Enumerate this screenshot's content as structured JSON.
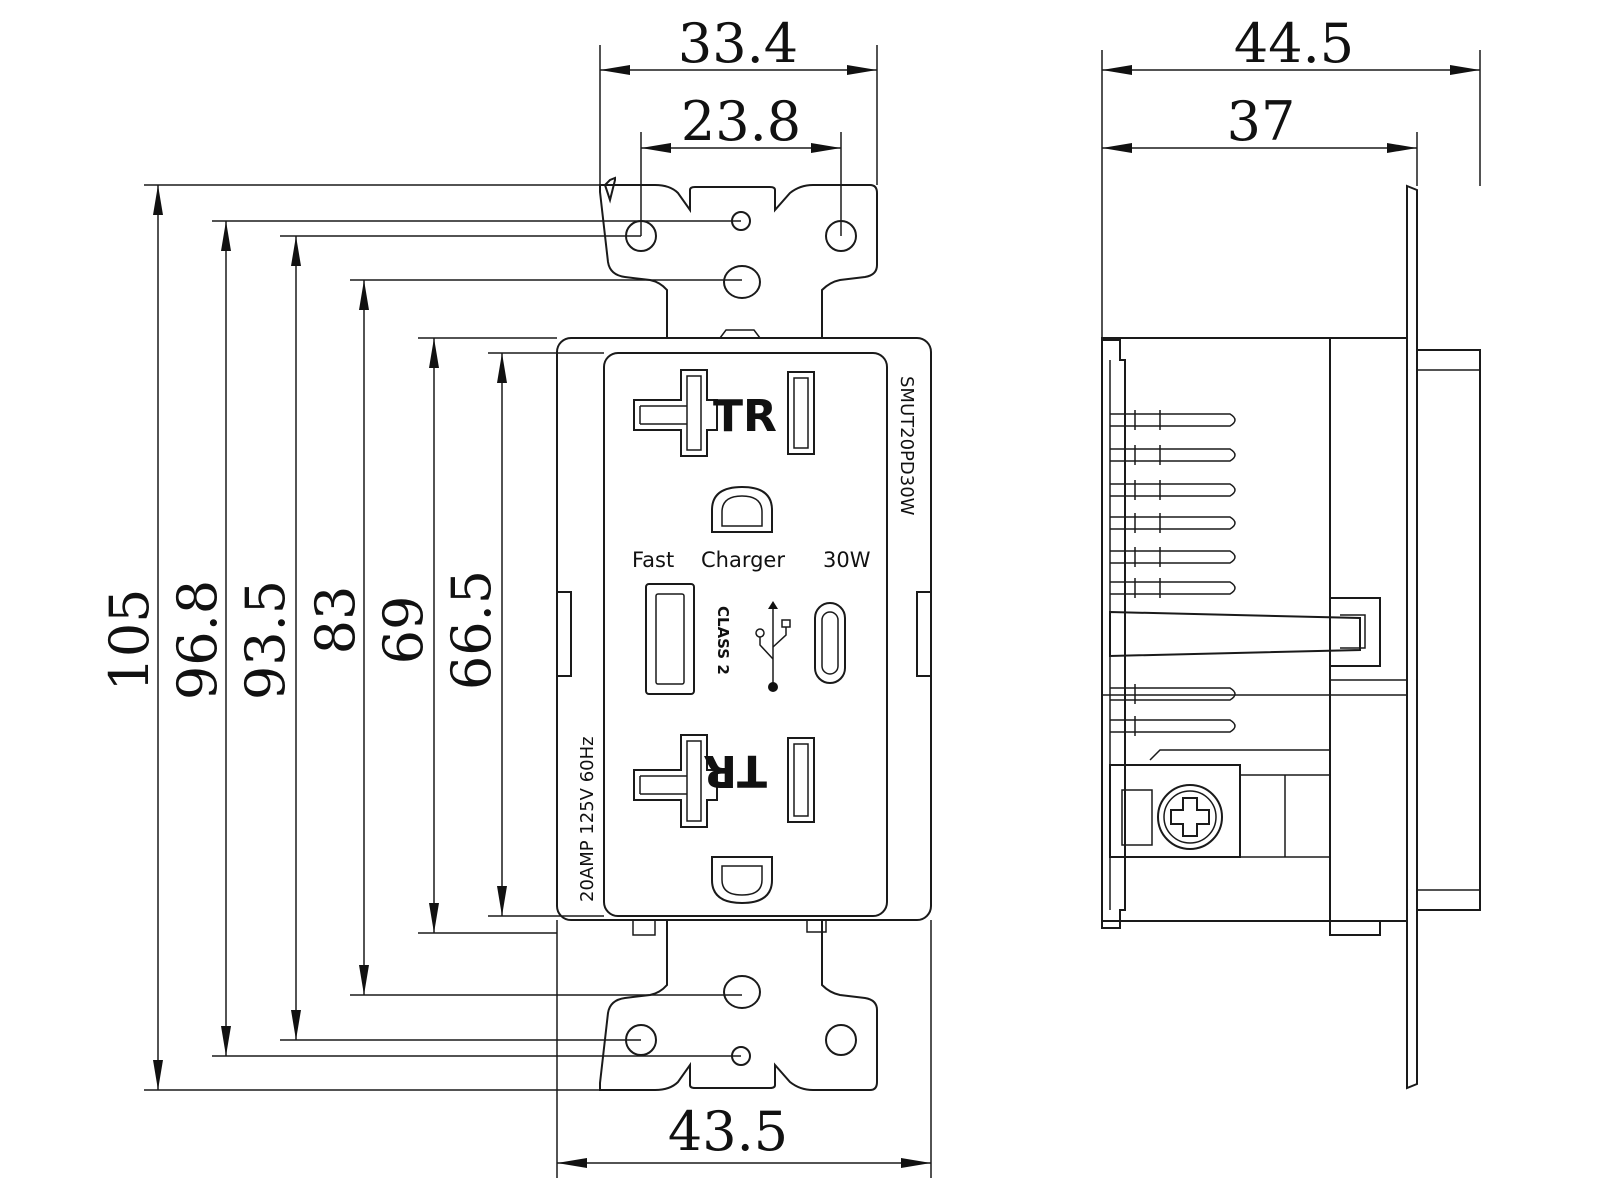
{
  "dimensions": {
    "plate_hole_width": "33.4",
    "hole_spacing": "23.8",
    "overall_height": "105",
    "height_96_8": "96.8",
    "height_93_5": "93.5",
    "height_83": "83",
    "height_69": "69",
    "face_height": "66.5",
    "body_width": "43.5",
    "side_depth": "44.5",
    "side_body_depth": "37"
  },
  "labels": {
    "tr_top": "TR",
    "tr_bottom": "TR",
    "fast": "Fast",
    "charger": "Charger",
    "watts": "30W",
    "class2": "CLASS 2",
    "model": "SMUT20PD30W",
    "rating": "20AMP  125V  60Hz"
  },
  "icons": {
    "usb": "usb-icon",
    "screw": "screw-icon"
  }
}
